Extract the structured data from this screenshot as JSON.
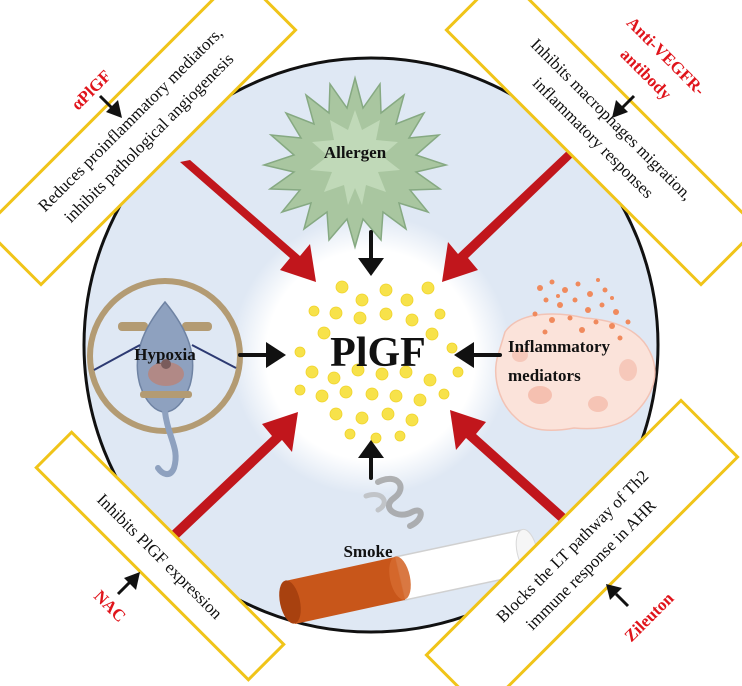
{
  "center": {
    "title": "PlGF"
  },
  "factors": {
    "allergen": "Allergen",
    "hypoxia": "Hypoxia",
    "inflammatory_line1": "Inflammatory",
    "inflammatory_line2": "mediators",
    "smoke": "Smoke"
  },
  "treatments": {
    "top_left": {
      "drug": "αPlGF",
      "line1": "Reduces proinflammatory mediators,",
      "line2": "inhibits pathological angiogenesis"
    },
    "top_right": {
      "drug_line1": "Anti-VEGFR-",
      "drug_line2": "antibody",
      "line1": "Inhibits macrophages migration,",
      "line2": "inflammatory responses"
    },
    "bottom_left": {
      "drug": "NAC",
      "line1": "Inhibits PlGF expression"
    },
    "bottom_right": {
      "drug": "Zileuton",
      "line1": "Blocks the LT pathway of Th2",
      "line2": "immune response in AHR"
    }
  },
  "colors": {
    "ring_fill": "#dfe8f4",
    "box_border": "#f0c419",
    "drug_text": "#e0141b",
    "arrow_red": "#c1161c",
    "dot_yellow": "#f7e24a",
    "cigarette": "#c8561a"
  }
}
